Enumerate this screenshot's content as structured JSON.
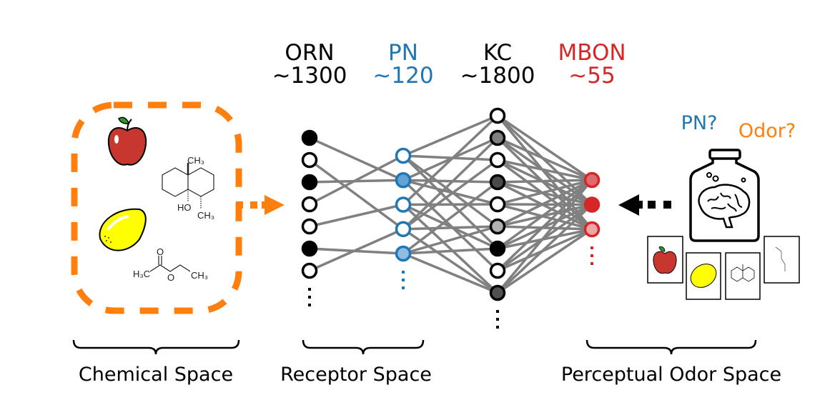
{
  "layers": [
    {
      "name": "ORN",
      "count": "~1300",
      "color": "#000000",
      "nodes": [
        "#000000",
        "#ffffff",
        "#000000",
        "#ffffff",
        "#ffffff",
        "#000000",
        "#ffffff"
      ],
      "stroke": "#000000"
    },
    {
      "name": "PN",
      "count": "~120",
      "color": "#1f77b4",
      "nodes": [
        "#ffffff",
        "#62a3d6",
        "#ffffff",
        "#ffffff",
        "#8fbde2"
      ],
      "stroke": "#1f77b4"
    },
    {
      "name": "KC",
      "count": "~1800",
      "color": "#000000",
      "nodes": [
        "#ffffff",
        "#808080",
        "#ffffff",
        "#4a4a4a",
        "#ffffff",
        "#b0b0b0",
        "#000000",
        "#ffffff",
        "#505050"
      ],
      "stroke": "#000000"
    },
    {
      "name": "MBON",
      "count": "~55",
      "color": "#d62728",
      "nodes": [
        "#e06a6e",
        "#d62728",
        "#eda5a6"
      ],
      "stroke": "#d62728"
    }
  ],
  "connections": {
    "orn_pn": [
      [
        0,
        1
      ],
      [
        1,
        3
      ],
      [
        2,
        1
      ],
      [
        3,
        0
      ],
      [
        4,
        2
      ],
      [
        5,
        4
      ],
      [
        6,
        3
      ]
    ],
    "pn_kc": [
      [
        0,
        0
      ],
      [
        0,
        2
      ],
      [
        0,
        5
      ],
      [
        0,
        6
      ],
      [
        1,
        1
      ],
      [
        1,
        3
      ],
      [
        1,
        7
      ],
      [
        1,
        4
      ],
      [
        2,
        0
      ],
      [
        2,
        4
      ],
      [
        2,
        6
      ],
      [
        2,
        8
      ],
      [
        3,
        1
      ],
      [
        3,
        2
      ],
      [
        3,
        5
      ],
      [
        3,
        8
      ],
      [
        4,
        3
      ],
      [
        4,
        5
      ],
      [
        4,
        6
      ],
      [
        4,
        8
      ]
    ],
    "kc_mbon": "all"
  },
  "spaces": {
    "chemical": "Chemical Space",
    "receptor": "Receptor Space",
    "perceptual": "Perceptual Odor Space"
  },
  "questions": {
    "pn": "PN?",
    "odor": "Odor?"
  },
  "colors": {
    "orange": "#ff7f0e",
    "blue": "#1f77b4",
    "red": "#d62728",
    "edge": "#808080"
  },
  "molecules": {
    "decalin": {
      "ch3_top": "CH₃",
      "ho": "HO",
      "ch3_bottom": "CH₃"
    },
    "ethyl_acetate": {
      "h3c": "H₃C",
      "o_carbonyl": "O",
      "o_ester": "O",
      "ch3": "CH₃"
    }
  },
  "icons": [
    "apple-icon",
    "lemon-icon",
    "brain-jar-icon",
    "dashed-arrow-right-icon",
    "dashed-arrow-left-icon"
  ]
}
